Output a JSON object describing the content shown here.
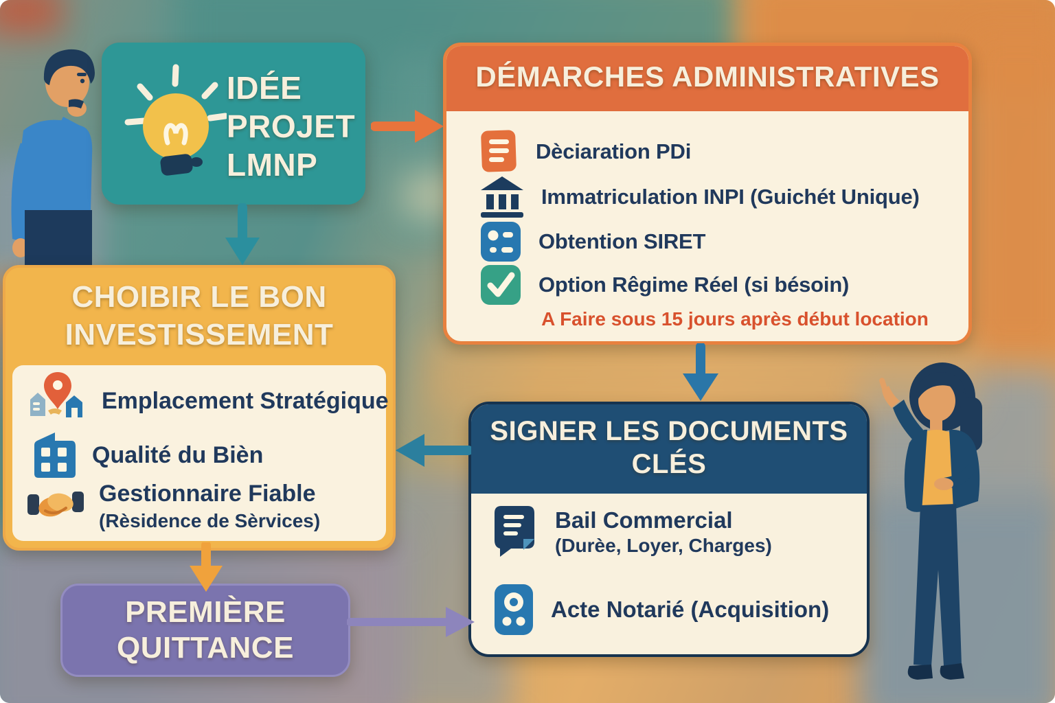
{
  "palette": {
    "teal": "#2E9796",
    "orange": "#E06E3E",
    "orange_border": "#E8813F",
    "panel_cream": "#FAF2DF",
    "yellow": "#F2B54C",
    "navy": "#1F4E74",
    "navy_border": "#16334F",
    "purple": "#7B74AE",
    "warning_orange": "#D8512D",
    "text_navy": "#20395C",
    "text_cream": "#F7EFDC",
    "icon_blue": "#2878B0",
    "icon_green": "#36A186",
    "icon_navy": "#1C3C5E",
    "icon_orange": "#E4703C"
  },
  "idea_box": {
    "icon": "lightbulb-icon",
    "title_lines": [
      "IDÉE",
      "PROJET",
      "LMNP"
    ]
  },
  "admin_box": {
    "title": "DÉMARCHES ADMINISTRATIVES",
    "items": [
      {
        "icon": "document-lines-icon",
        "label": "Dèciaration PDi"
      },
      {
        "icon": "bank-icon",
        "label": "Immatriculation INPI (Guichét Unique)"
      },
      {
        "icon": "id-card-icon",
        "label": "Obtention SIRET"
      },
      {
        "icon": "checkbox-icon",
        "label": "Option Rêgime Réel (si bésoin)"
      }
    ],
    "note": "A Faire sous 15 jours après début location"
  },
  "invest_box": {
    "title_lines": [
      "CHOIBIR LE BON",
      "INVESTISSEMENT"
    ],
    "items": [
      {
        "icon": "map-pin-houses-icon",
        "label": "Emplacement Stratégique"
      },
      {
        "icon": "building-icon",
        "label": "Qualité du Bièn"
      },
      {
        "icon": "handshake-icon",
        "label": "Gestionnaire Fiable",
        "sublabel": "(Rèsidence de Sèrvices)"
      }
    ]
  },
  "receipt_box": {
    "title_lines": [
      "PREMIÈRE",
      "QUITTANCE"
    ]
  },
  "sign_box": {
    "title_lines": [
      "SIGNER LES DOCUMENTS",
      "CLÉS"
    ],
    "items": [
      {
        "icon": "contract-icon",
        "label": "Bail Commercial",
        "sublabel": "(Durèe, Loyer, Charges)"
      },
      {
        "icon": "notary-seal-icon",
        "label": "Acte Notarié (Acquisition)"
      }
    ]
  },
  "figures": {
    "man": "thinking-man-illustration",
    "woman": "presenting-woman-illustration"
  },
  "arrows": [
    {
      "name": "idea-to-admin",
      "direction": "right",
      "color": "#E8743C"
    },
    {
      "name": "idea-to-invest",
      "direction": "down",
      "color": "#2B8F9E"
    },
    {
      "name": "admin-to-sign",
      "direction": "down",
      "color": "#2A76A8"
    },
    {
      "name": "sign-to-invest",
      "direction": "left",
      "color": "#2B7F9E"
    },
    {
      "name": "invest-to-receipt",
      "direction": "down",
      "color": "#F0A23C"
    },
    {
      "name": "receipt-to-sign",
      "direction": "right",
      "color": "#8D85BC"
    }
  ]
}
